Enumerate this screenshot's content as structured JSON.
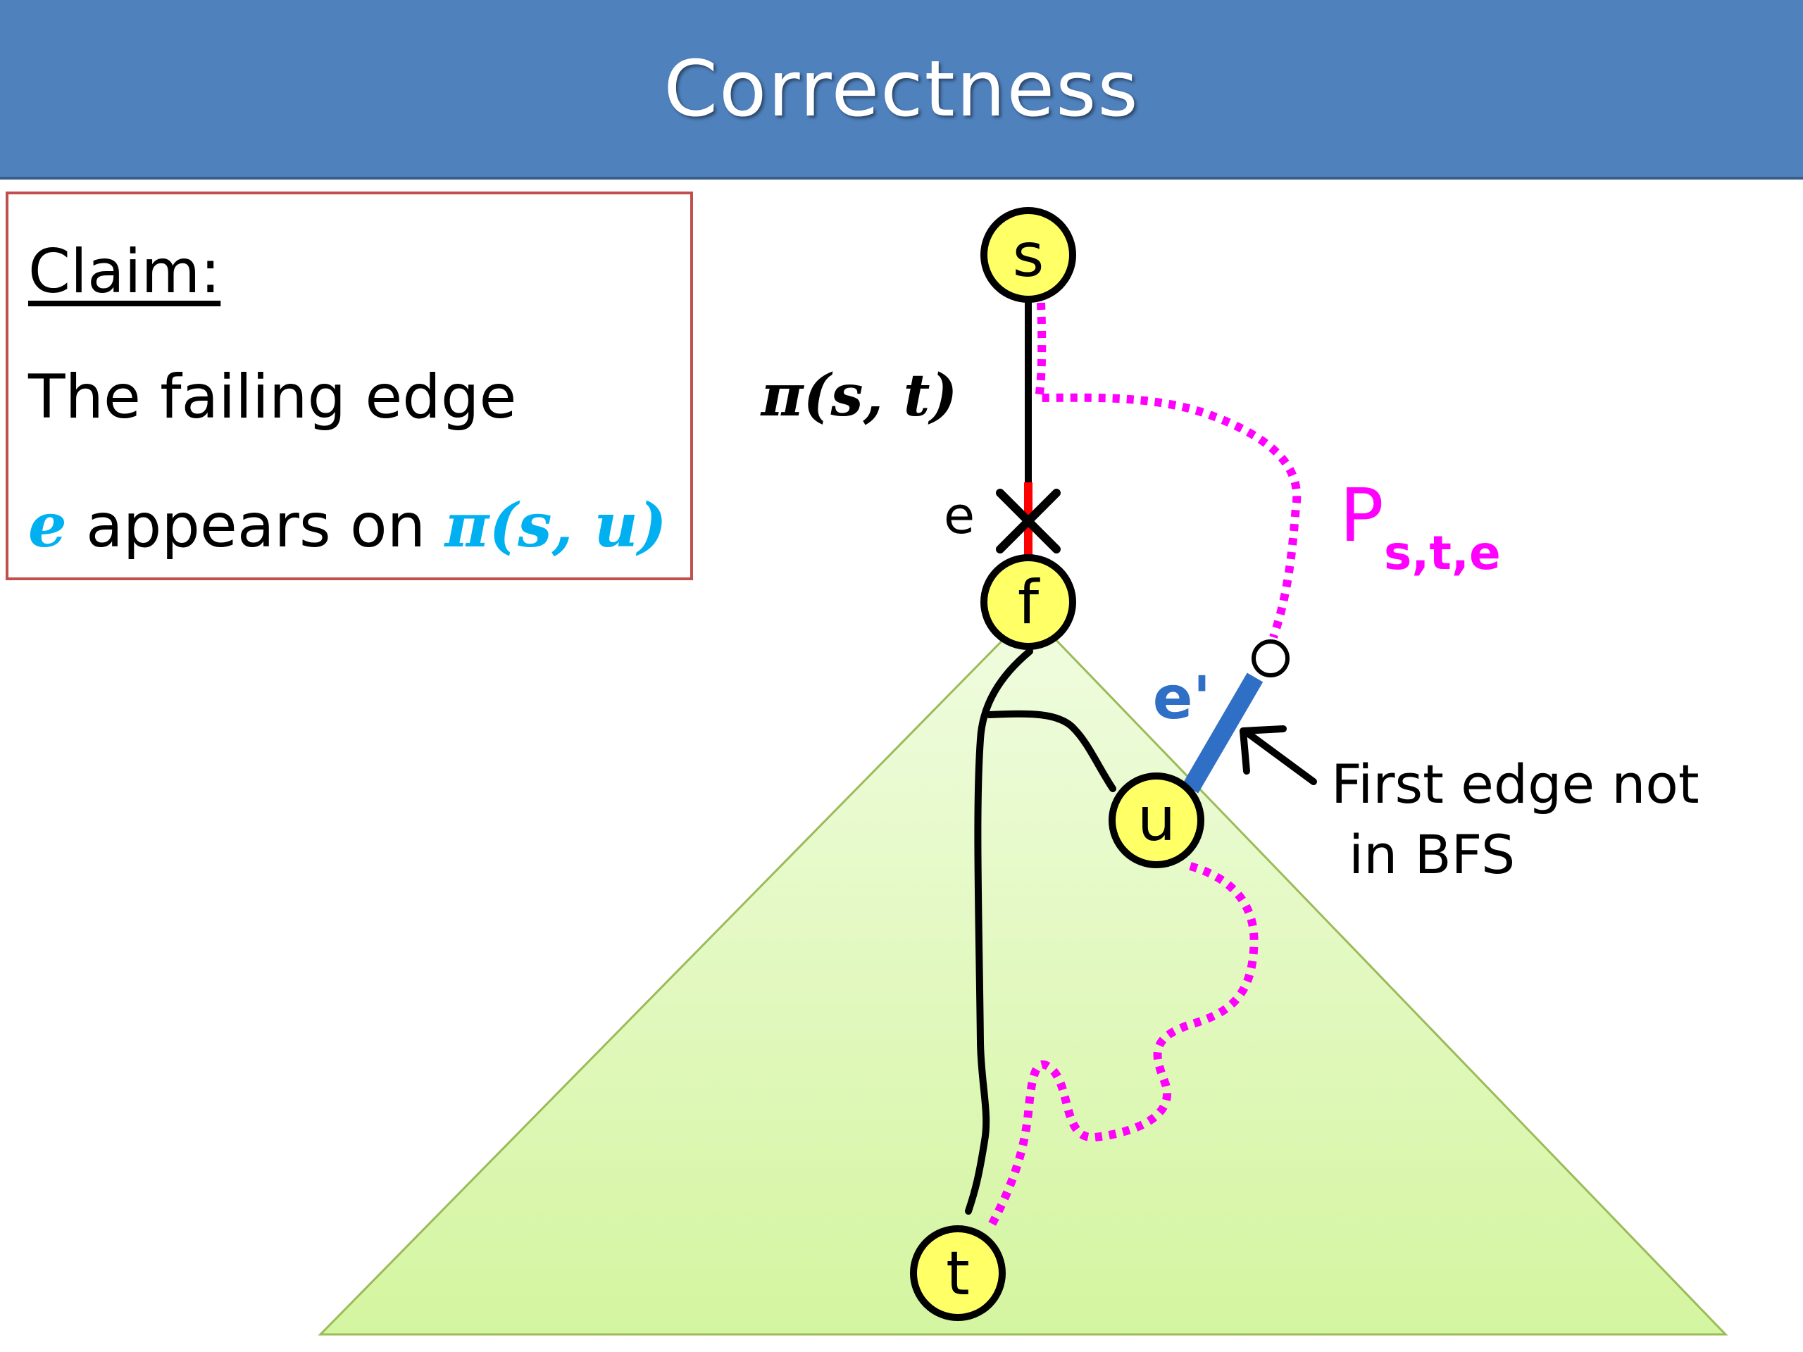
{
  "title": "Correctness",
  "claim": {
    "heading": "Claim:",
    "line1": "The failing edge",
    "line2_e": "e",
    "line2_mid": " appears on ",
    "line2_path": "π(s, u)"
  },
  "diagram": {
    "path_label": "π(s, t)",
    "failing_edge_label": "e",
    "replacement_path_label": "P",
    "replacement_path_subscript": "s,t,e",
    "edge_prime_label": "e'",
    "annotation_line1": "First edge not",
    "annotation_line2": "in BFS",
    "nodes": {
      "s": "s",
      "f": "f",
      "u": "u",
      "t": "t"
    }
  },
  "colors": {
    "title_bar": "#4f81bd",
    "claim_border": "#c0504d",
    "accent_cyan": "#00b0f0",
    "replacement_path": "#ff00ff",
    "edge_prime": "#2f6fc6",
    "failing_edge": "#ff0000",
    "node_fill": "#ffff66",
    "tree_fill": "#d6f5a8"
  }
}
